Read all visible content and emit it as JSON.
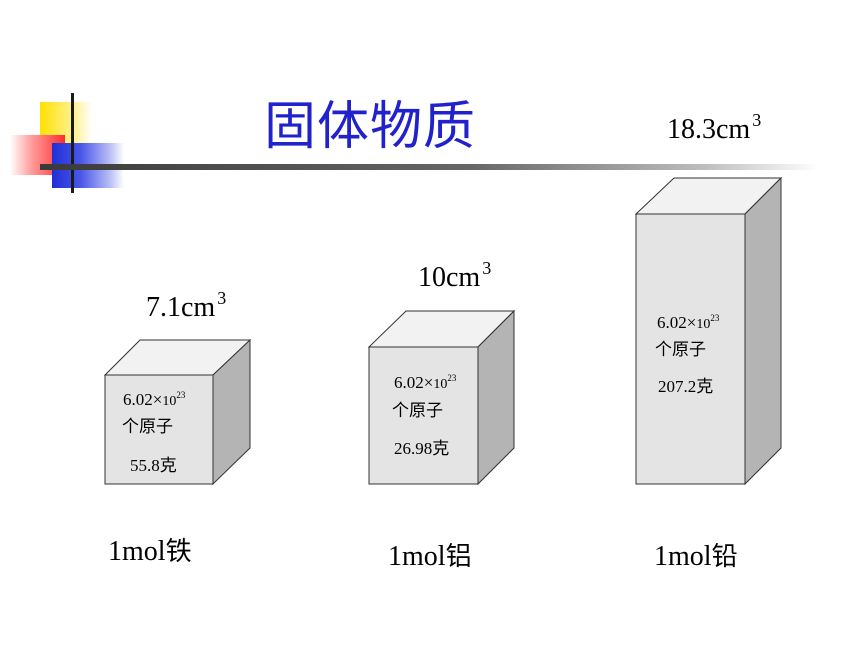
{
  "title": "固体物质",
  "items": [
    {
      "volume_value": "7.1cm",
      "volume_exp": "3",
      "atoms_coef": "6.02×",
      "atoms_base": "10",
      "atoms_exp": "23",
      "atoms_unit": "个原子",
      "mass": "55.8克",
      "label_amount": "1mol",
      "label_element": "铁"
    },
    {
      "volume_value": "10cm",
      "volume_exp": "3",
      "atoms_coef": "6.02×",
      "atoms_base": "10",
      "atoms_exp": "23",
      "atoms_unit": "个原子",
      "mass": "26.98克",
      "label_amount": "1mol",
      "label_element": "铝"
    },
    {
      "volume_value": "18.3cm",
      "volume_exp": "3",
      "atoms_coef": "6.02×",
      "atoms_base": "10",
      "atoms_exp": "23",
      "atoms_unit": "个原子",
      "mass": "207.2克",
      "label_amount": "1mol",
      "label_element": "铅"
    }
  ],
  "colors": {
    "title": "#2222cc",
    "box_front": "#e4e4e4",
    "box_top": "#f2f2f2",
    "box_side": "#b4b4b4"
  }
}
